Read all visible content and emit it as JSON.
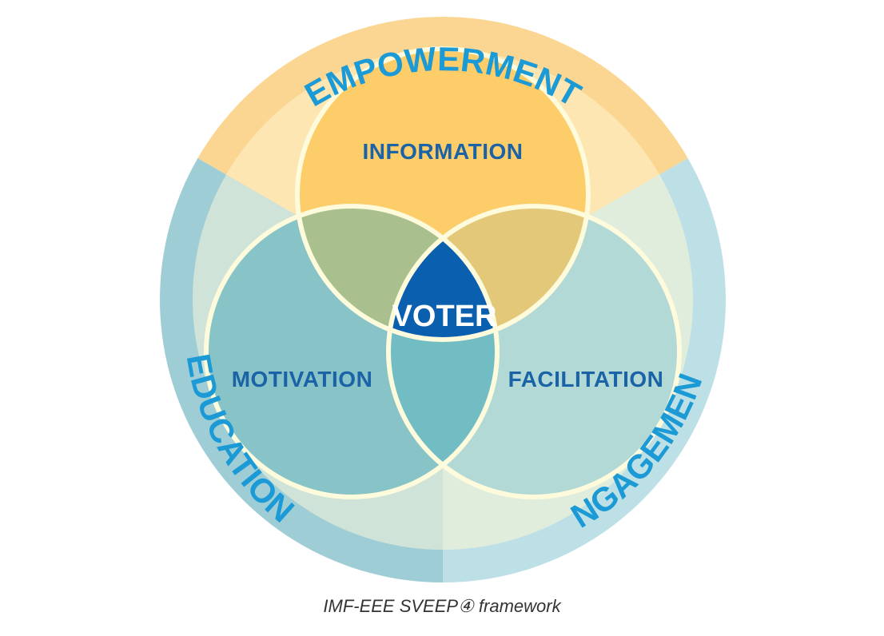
{
  "diagram": {
    "ring_labels": {
      "top": "EMPOWERMENT",
      "left": "EDUCATION",
      "right": "ENGAGEMENT"
    },
    "circle_labels": {
      "top": "INFORMATION",
      "left": "MOTIVATION",
      "right": "FACILITATION"
    },
    "center_label": "VOTER",
    "caption": "IMF-EEE SVEEP④ framework"
  },
  "colors": {
    "ring_top": "#fbd692",
    "ring_left": "#9fcdd6",
    "ring_right": "#bde0e6",
    "inner_top": "#fde6b2",
    "inner_left": "#cfe3d8",
    "inner_right": "#e0eddc",
    "circle_top": "#fdcd6a",
    "circle_left": "#88c3c8",
    "circle_right": "#b3d9d6",
    "lens_top_left": "#a9c08e",
    "lens_top_right": "#e3c87a",
    "lens_bottom": "#72bcc4",
    "center": "#0a5fae",
    "outline": "#fdfbdc",
    "label_text": "#1a63a6",
    "ring_text": "#1b9ad6",
    "center_text": "#ffffff"
  }
}
